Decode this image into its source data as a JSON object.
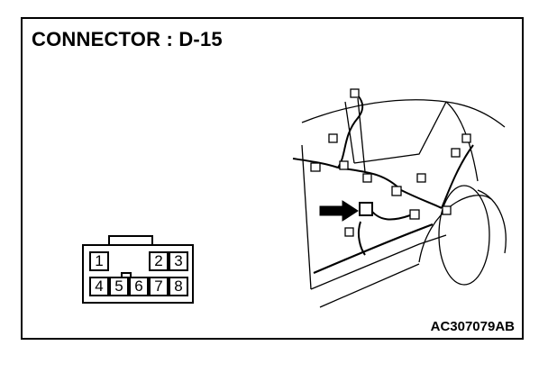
{
  "title": "CONNECTOR : D-15",
  "figure_id": "AC307079AB",
  "connector": {
    "pins_top": [
      "1",
      "2",
      "3"
    ],
    "pins_bottom": [
      "4",
      "5",
      "6",
      "7",
      "8"
    ]
  }
}
